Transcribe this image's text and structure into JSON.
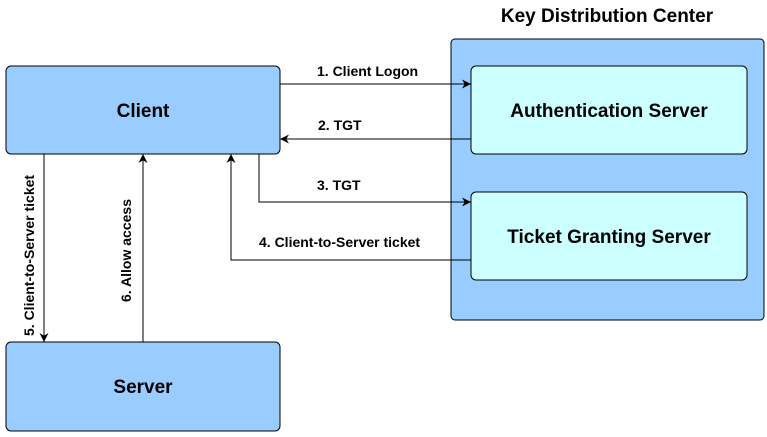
{
  "kdc": {
    "title": "Key Distribution Center"
  },
  "nodes": {
    "client": "Client",
    "server": "Server",
    "authentication_server": "Authentication Server",
    "ticket_granting_server": "Ticket Granting Server"
  },
  "edges": {
    "client_logon": "1. Client Logon",
    "tgt_to_client": "2. TGT",
    "tgt_to_tgs": "3. TGT",
    "client_to_server_ticket": "4. Client-to-Server ticket",
    "client_to_server_ticket_to_server": "5. Client-to-Server ticket",
    "allow_access": "6. Allow access"
  },
  "colors": {
    "client_server_fill": "#99ccff",
    "kdc_fill": "#99ccff",
    "inner_server_fill": "#ccffff",
    "stroke": "#000000"
  }
}
